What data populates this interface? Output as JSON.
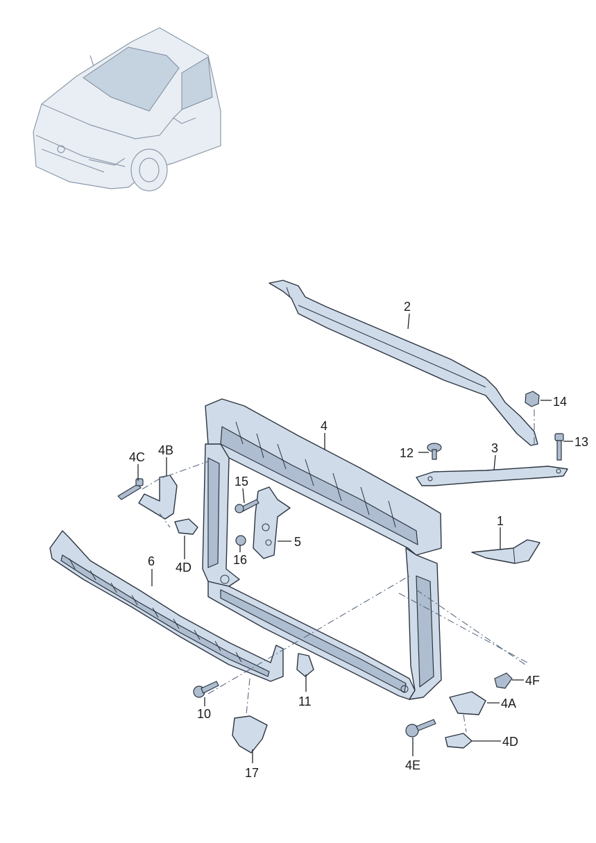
{
  "callouts": [
    {
      "id": "c1",
      "text": "1"
    },
    {
      "id": "c2",
      "text": "2"
    },
    {
      "id": "c3",
      "text": "3"
    },
    {
      "id": "c4",
      "text": "4"
    },
    {
      "id": "c4A",
      "text": "4A"
    },
    {
      "id": "c4B",
      "text": "4B"
    },
    {
      "id": "c4C",
      "text": "4C"
    },
    {
      "id": "c4D1",
      "text": "4D"
    },
    {
      "id": "c4D2",
      "text": "4D"
    },
    {
      "id": "c4E",
      "text": "4E"
    },
    {
      "id": "c4F",
      "text": "4F"
    },
    {
      "id": "c5",
      "text": "5"
    },
    {
      "id": "c6",
      "text": "6"
    },
    {
      "id": "c10",
      "text": "10"
    },
    {
      "id": "c11",
      "text": "11"
    },
    {
      "id": "c12",
      "text": "12"
    },
    {
      "id": "c13",
      "text": "13"
    },
    {
      "id": "c14",
      "text": "14"
    },
    {
      "id": "c15",
      "text": "15"
    },
    {
      "id": "c16",
      "text": "16"
    },
    {
      "id": "c17",
      "text": "17"
    }
  ],
  "colors": {
    "part": "#cfdbe9",
    "outline": "#2b3440",
    "callout_text": "#1a1a1a"
  }
}
